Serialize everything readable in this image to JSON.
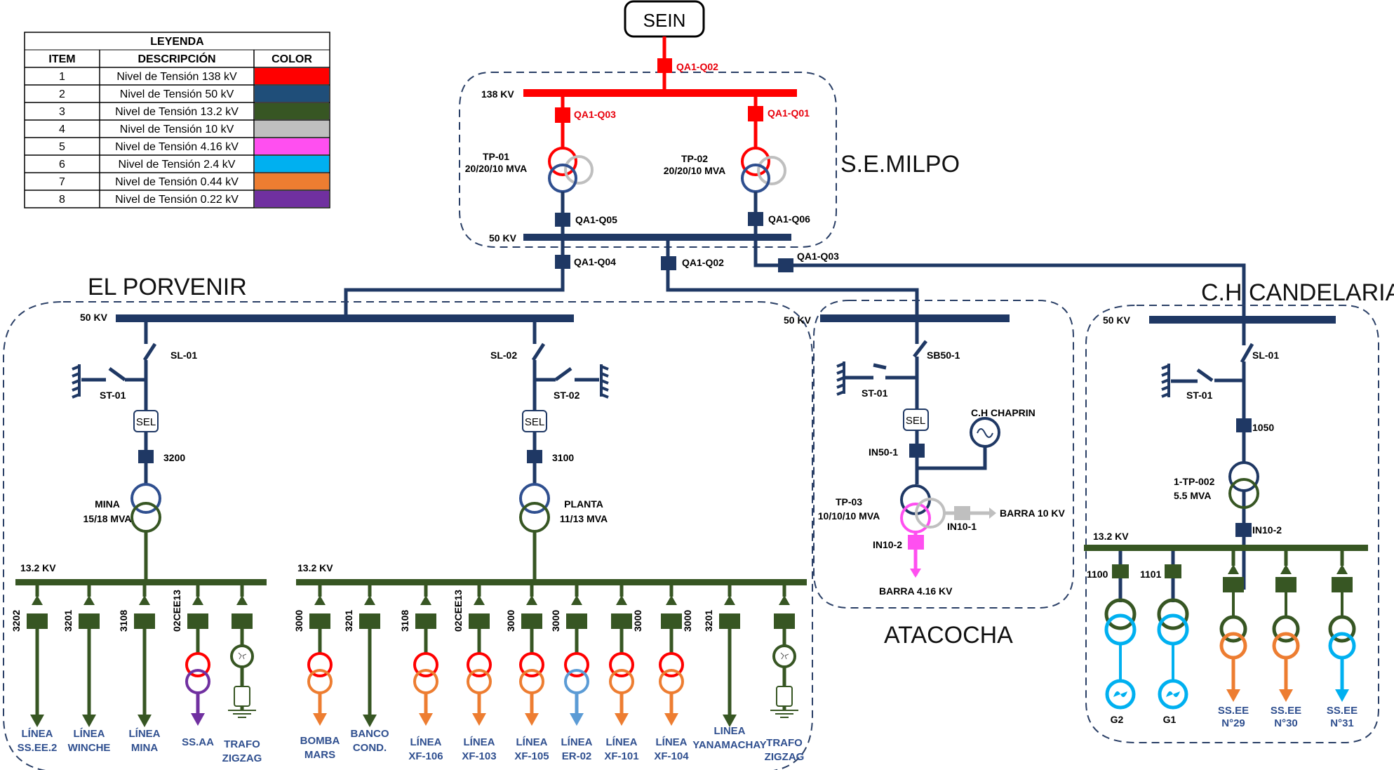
{
  "colors": {
    "kv138": "#ff0000",
    "kv50": "#1f3864",
    "kv13_2": "#375623",
    "kv10": "#bfbfbf",
    "kv4_16": "#ff4ff0",
    "kv2_4": "#00b0f0",
    "kv0_44": "#ed7d31",
    "kv0_22": "#7030a0",
    "er02": "#5b9bd5",
    "feeder_text": "#2f4f8f"
  },
  "legend": {
    "title": "LEYENDA",
    "headers": [
      "ITEM",
      "DESCRIPCIÓN",
      "COLOR"
    ],
    "rows": [
      {
        "item": "1",
        "desc": "Nivel de Tensión 138 kV",
        "color": "#ff0000"
      },
      {
        "item": "2",
        "desc": "Nivel de Tensión 50 kV",
        "color": "#1f4e79"
      },
      {
        "item": "3",
        "desc": "Nivel de Tensión 13.2 kV",
        "color": "#375623"
      },
      {
        "item": "4",
        "desc": "Nivel de Tensión 10 kV",
        "color": "#bfbfbf"
      },
      {
        "item": "5",
        "desc": "Nivel de Tensión 4.16 kV",
        "color": "#ff4ff0"
      },
      {
        "item": "6",
        "desc": "Nivel de Tensión 2.4 kV",
        "color": "#00b0f0"
      },
      {
        "item": "7",
        "desc": "Nivel de Tensión 0.44 kV",
        "color": "#ed7d31"
      },
      {
        "item": "8",
        "desc": "Nivel de Tensión 0.22 kV",
        "color": "#7030a0"
      }
    ]
  },
  "sein": {
    "label": "SEIN"
  },
  "milpo": {
    "title": "S.E.MILPO",
    "bus138": "138 KV",
    "bus50": "50 KV",
    "q02_in": "QA1-Q02",
    "q03": "QA1-Q03",
    "q01": "QA1-Q01",
    "q05": "QA1-Q05",
    "q06": "QA1-Q06",
    "tp01": {
      "name": "TP-01",
      "rating": "20/20/10  MVA"
    },
    "tp02": {
      "name": "TP-02",
      "rating": "20/20/10  MVA"
    },
    "out_q04": "QA1-Q04",
    "out_q02": "QA1-Q02",
    "out_q03": "QA1-Q03"
  },
  "porvenir": {
    "title": "EL PORVENIR",
    "bus50": "50 KV",
    "sl01": "SL-01",
    "st01": "ST-01",
    "sl02": "SL-02",
    "st02": "ST-02",
    "sel": "SEL",
    "brk_mina": "3200",
    "brk_planta": "3100",
    "tr_mina": {
      "name": "MINA",
      "rating": "15/18 MVA"
    },
    "tr_planta": {
      "name": "PLANTA",
      "rating": "11/13 MVA"
    },
    "bus13_left": "13.2 KV",
    "bus13_right": "13.2 KV",
    "feeders_left": [
      {
        "code": "3202",
        "l1": "LÍNEA",
        "l2": "SS.EE.2"
      },
      {
        "code": "3201",
        "l1": "LÍNEA",
        "l2": "WINCHE"
      },
      {
        "code": "3108",
        "l1": "LÍNEA",
        "l2": "MINA"
      },
      {
        "code": "02CEE13",
        "l1": "SS.AA",
        "l2": ""
      },
      {
        "code": "",
        "l1": "TRAFO",
        "l2": "ZIGZAG"
      }
    ],
    "feeders_right": [
      {
        "code": "3000",
        "l1": "BOMBA",
        "l2": "MARS"
      },
      {
        "code": "3201",
        "l1": "BANCO",
        "l2": "COND."
      },
      {
        "code": "3108",
        "l1": "LÍNEA",
        "l2": "XF-106"
      },
      {
        "code": "02CEE13",
        "l1": "LÍNEA",
        "l2": "XF-103"
      },
      {
        "code": "3000",
        "l1": "LÍNEA",
        "l2": "XF-105"
      },
      {
        "code": "3000",
        "l1": "LÍNEA",
        "l2": "ER-02"
      },
      {
        "code": "3000",
        "l1": "LÍNEA",
        "l2": "XF-101"
      },
      {
        "code": "3000",
        "l1": "LÍNEA",
        "l2": "XF-104"
      },
      {
        "code": "3201",
        "l1": "LINEA",
        "l2": "YANAMACHAY"
      },
      {
        "code": "",
        "l1": "TRAFO",
        "l2": "ZIGZAG"
      }
    ]
  },
  "atacocha": {
    "title": "ATACOCHA",
    "bus50": "50 KV",
    "sb": "SB50-1",
    "st01": "ST-01",
    "sel": "SEL",
    "in50": "IN50-1",
    "gen": "C.H CHAPRIN",
    "tp03": {
      "name": "TP-03",
      "rating": "10/10/10 MVA"
    },
    "in10_1": "IN10-1",
    "in10_2": "IN10-2",
    "barra10": "BARRA 10 KV",
    "barra416": "BARRA 4.16 KV"
  },
  "candelaria": {
    "title": "C.H CANDELARIA",
    "bus50": "50 KV",
    "sl01": "SL-01",
    "st01": "ST-01",
    "brk": "1050",
    "tr": {
      "name": "1-TP-002",
      "rating": "5.5 MVA"
    },
    "in10_2": "IN10-2",
    "bus13": "13.2 KV",
    "gens": [
      {
        "code": "1100",
        "name": "G2"
      },
      {
        "code": "1101",
        "name": "G1"
      }
    ],
    "feeders": [
      {
        "l1": "SS.EE",
        "l2": "N°29"
      },
      {
        "l1": "SS.EE",
        "l2": "N°30"
      },
      {
        "l1": "SS.EE",
        "l2": "N°31"
      }
    ]
  }
}
